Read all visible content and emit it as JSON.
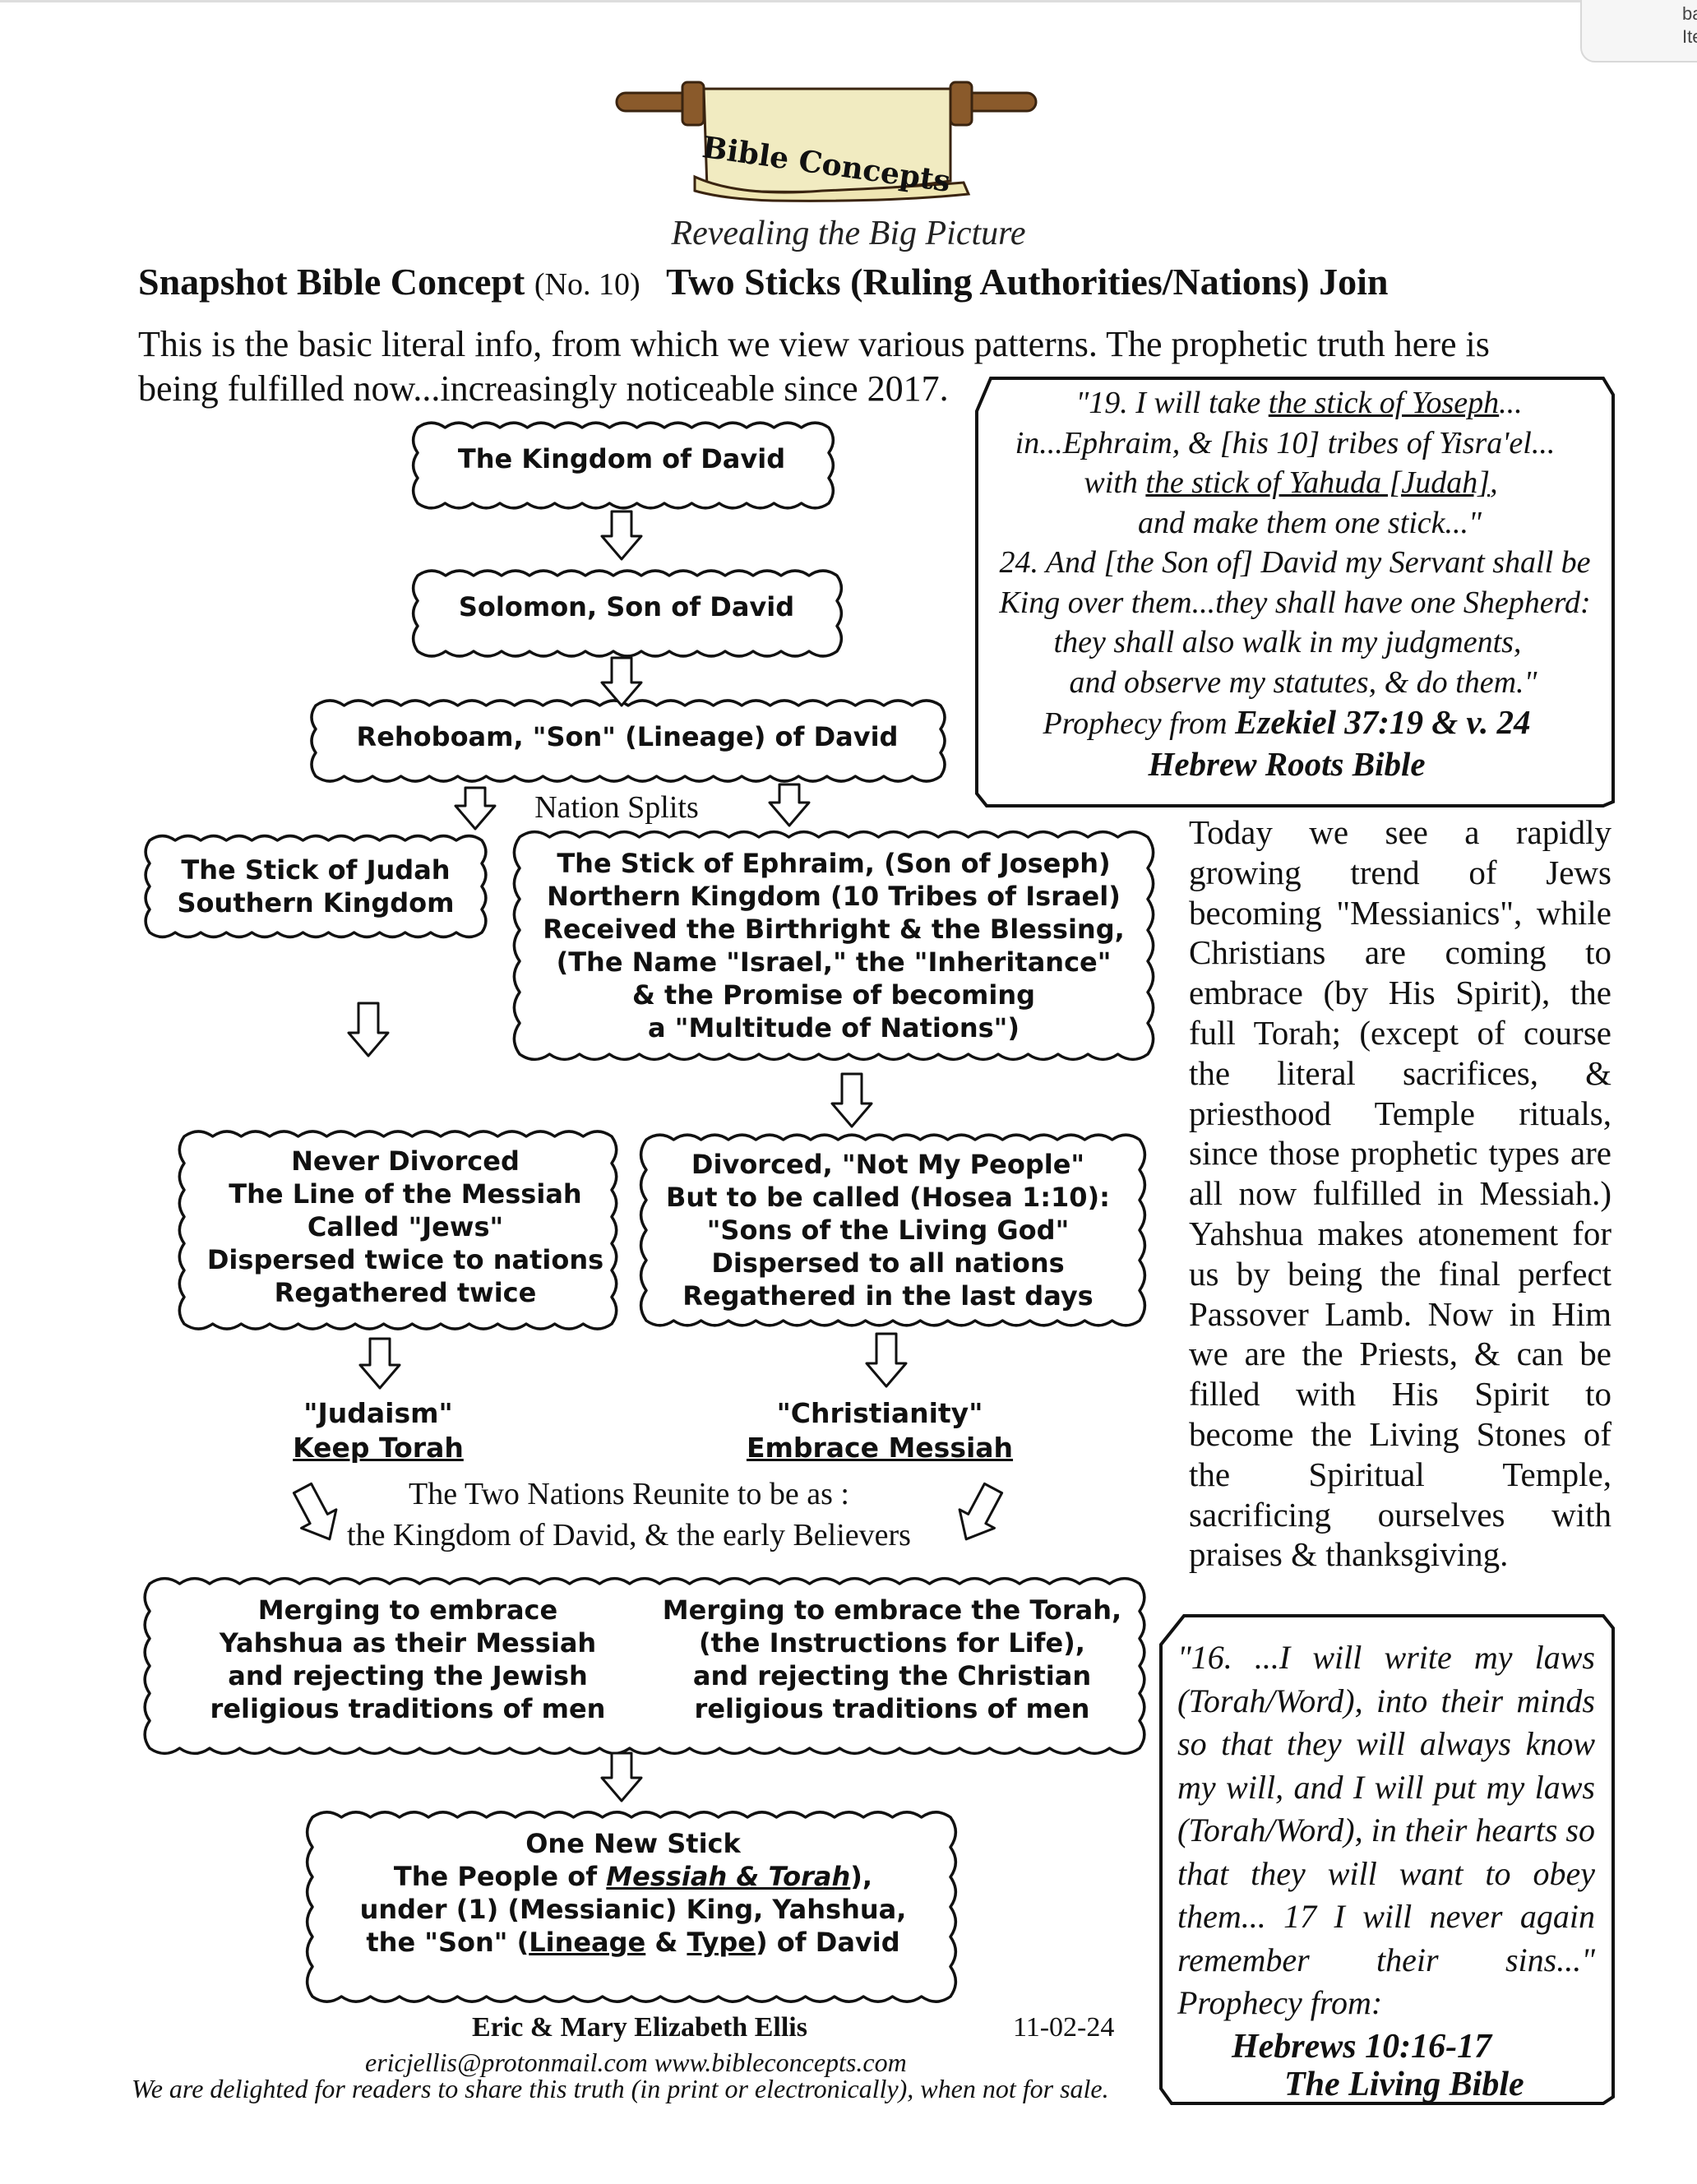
{
  "header": {
    "logo_text": "Bible Concepts",
    "subtitle": "Revealing the Big Picture",
    "concept_label": "Snapshot Bible Concept",
    "concept_number": "(No. 10)",
    "title": "Two Sticks (Ruling Authorities/Nations) Join"
  },
  "intro": "This is the basic literal info, from which we view various patterns. The prophetic truth here is being fulfilled now...increasingly noticeable since 2017.",
  "flow": {
    "kingdom_of_david": "The Kingdom of David",
    "solomon": "Solomon, Son of David",
    "rehoboam": "Rehoboam, \"Son\" (Lineage) of David",
    "nation_splits": "Nation Splits",
    "judah": [
      "The Stick of Judah",
      "Southern Kingdom"
    ],
    "ephraim": [
      "The Stick of Ephraim, (Son of Joseph)",
      "Northern Kingdom (10 Tribes of Israel)",
      "Received the Birthright & the Blessing,",
      "(The Name \"Israel,\" the \"Inheritance\"",
      "& the Promise of becoming",
      "a \"Multitude of Nations\")"
    ],
    "never_divorced": [
      "Never Divorced",
      "The Line of the Messiah",
      "Called \"Jews\"",
      "Dispersed twice to nations",
      "Regathered twice"
    ],
    "divorced": [
      "Divorced, \"Not My People\"",
      "But to be called (Hosea 1:10):",
      "\"Sons of the Living God\"",
      "Dispersed to all nations",
      "Regathered in the last days"
    ],
    "judaism": "\"Judaism\"",
    "keep_torah": "Keep Torah",
    "christianity": "\"Christianity\"",
    "embrace_messiah": "Embrace Messiah",
    "reunite_line1": "The Two Nations Reunite to be as :",
    "reunite_line2": "the Kingdom of David, & the early Believers",
    "merging_left": [
      "Merging to embrace",
      "Yahshua as their Messiah",
      "and rejecting the Jewish",
      "religious traditions of men"
    ],
    "merging_right": [
      "Merging to embrace the Torah,",
      "(the Instructions for Life),",
      "and rejecting the Christian",
      "religious traditions of men"
    ],
    "new_stick": {
      "line1": "One New Stick",
      "line2_a": "The People of ",
      "line2_b": "Messiah & Torah",
      "line2_c": "),",
      "line3": "under (1) (Messianic) King, Yahshua,",
      "line4_a": "the \"Son\" (",
      "line4_b": "Lineage",
      "line4_c": " & ",
      "line4_d": "Type",
      "line4_e": ") of David"
    }
  },
  "ezekiel_quote": {
    "l1_a": "\"19. I will take ",
    "l1_b": "the stick of Yoseph",
    "l1_c": "...",
    "l2": "in...Ephraim, & [his 10] tribes of Yisra'el...",
    "l3_a": "with ",
    "l3_b": "the stick of Yahuda [Judah]",
    "l3_c": ",",
    "l4": "and make them one stick...\"",
    "l5": "24. And [the Son of] David my Servant shall be",
    "l6": "King over them...they shall have one Shepherd:",
    "l7": "they shall also walk in my judgments,",
    "l8": "and observe my statutes, & do them.\"",
    "l9_a": "Prophecy from ",
    "l9_b": "Ezekiel 37:19 & v. 24",
    "l10": "Hebrew Roots Bible"
  },
  "today_paragraph": "Today we see a rapidly growing trend of Jews becoming \"Messianics\", while Christians are coming to embrace (by His Spirit), the full Torah; (except of course the literal sacrifices, & priesthood Temple rituals, since those prophetic types are all now fulfilled in Messiah.) Yahshua makes atonement for us by being the final perfect Passover Lamb. Now in Him we are the Priests, & can be filled with His Spirit to become the Living Stones of the Spiritual Temple, sacrificing ourselves with praises & thanksgiving.",
  "hebrews_quote": {
    "text": "\"16. ...I will write my laws (Torah/Word), into their minds so that they will always know my will, and I will put my laws (Torah/Word), in their hearts so that they will want to obey them... 17 I will never again remember their sins...\"  Prophecy from:",
    "ref1": "Hebrews 10:16-17",
    "ref2": "The Living Bible"
  },
  "footer": {
    "authors": "Eric & Mary Elizabeth Ellis",
    "date": "11-02-24",
    "contact": "ericjellis@protonmail.com   www.bibleconcepts.com",
    "notice": "We are delighted for readers to share this truth (in print or electronically), when not for sale."
  },
  "corner_popup_text": [
    "ba",
    "Ite"
  ]
}
